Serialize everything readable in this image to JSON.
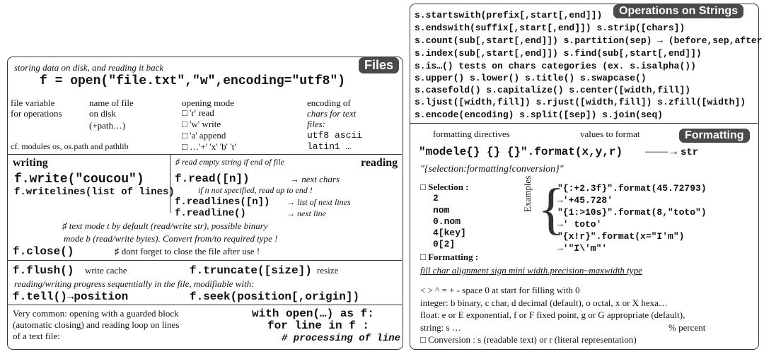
{
  "files": {
    "title": "Files",
    "intro": "storing data on disk, and reading it back",
    "open_code": "f = open(\"file.txt\",\"w\",encoding=\"utf8\")",
    "var_label": "file variable",
    "var_desc": "for operations",
    "name_label": "name of file",
    "name_desc1": "on disk",
    "name_desc2": "(+path…)",
    "mode_label": "opening mode",
    "modes": [
      "□ 'r' read",
      "□ 'w' write",
      "□ 'a' append",
      "□ …'+' 'x' 'b' 't'"
    ],
    "enc_label": "encoding of",
    "enc_desc1": "chars for text",
    "enc_desc2": "files:",
    "enc_vals1": "utf8   ascii",
    "enc_vals2": "latin1   …",
    "cf_modules": "cf. modules os, os.path and pathlib",
    "writing_title": "writing",
    "write_code": "f.write(\"coucou\")",
    "writelines_code": "f.writelines(list of lines)",
    "read_note": "♯ read empty string if end of file",
    "reading_title": "reading",
    "read_code": "f.read([n])",
    "read_desc": "→ next chars",
    "read_note2": "if n not specified, read up to end !",
    "readlines_code": "f.readlines([n])",
    "readlines_desc": "→ list of next lines",
    "readline_code": "f.readline()",
    "readline_desc": "→ next line",
    "text_mode_note1": "♯ text mode t by default (read/write str), possible binary",
    "text_mode_note2": "mode b (read/write bytes). Convert from/to required type !",
    "close_code": "f.close()",
    "close_note": "♯ dont forget to close the file after use !",
    "flush_code": "f.flush()",
    "flush_desc": "write cache",
    "truncate_code": "f.truncate([size])",
    "truncate_desc": "resize",
    "seq_note": "reading/writing progress sequentially in the file, modifiable with:",
    "tell_code": "f.tell()→position",
    "seek_code": "f.seek(position[,origin])",
    "common_text1": "Very common: opening with a guarded block",
    "common_text2": "(automatic closing) and reading loop on lines",
    "common_text3": "of a text file:",
    "with_code": "with open(…) as f:",
    "for_code": "for line in f :",
    "processing": "# processing of line"
  },
  "strings": {
    "title": "Operations on Strings",
    "lines": [
      "s.startswith(prefix[,start[,end]])",
      "s.endswith(suffix[,start[,end]])   s.strip([chars])",
      "s.count(sub[,start[,end]])   s.partition(sep) → (before,sep,after)",
      "s.index(sub[,start[,end]])   s.find(sub[,start[,end]])",
      "s.is…() tests on chars categories (ex. s.isalpha())",
      "s.upper()   s.lower()   s.title()   s.swapcase()",
      "s.casefold()   s.capitalize()   s.center([width,fill])",
      "s.ljust([width,fill])   s.rjust([width,fill])   s.zfill([width])",
      "s.encode(encoding)   s.split([sep])   s.join(seq)"
    ]
  },
  "formatting": {
    "title": "Formatting",
    "directives_label": "formatting directives",
    "values_label": "values to format",
    "format_code": "\"modele{} {} {}\".format(x,y,r)",
    "arrow_str": "str",
    "selection_syntax": "\"{selection:formatting!conversion}\"",
    "selection_label": "□ Selection :",
    "selection_items": [
      "2",
      "nom",
      "0.nom",
      "4[key]",
      "0[2]"
    ],
    "examples_label": "Examples",
    "examples": [
      "\"{:+2.3f}\".format(45.72793)",
      "→'+45.728'",
      "\"{1:>10s}\".format(8,\"toto\")",
      "→'      toto'",
      "\"{x!r}\".format(x=\"I'm\")",
      "→'\"I\\'m\"'"
    ],
    "formatting_label": "□ Formatting :",
    "fmt_fields": "fill char alignment sign  mini width.precision~maxwidth  type",
    "align_line": "< > ^ =     + - space       0 at start for filling with 0",
    "integer_line": "integer: b binary, c char, d decimal (default), o octal, x or X hexa…",
    "float_line": "float: e or E exponential, f or F fixed point, g or G appropriate (default),",
    "string_line": "string: s …",
    "percent_line": "% percent",
    "conversion_line": "□ Conversion : s (readable text) or r (literal representation)"
  }
}
